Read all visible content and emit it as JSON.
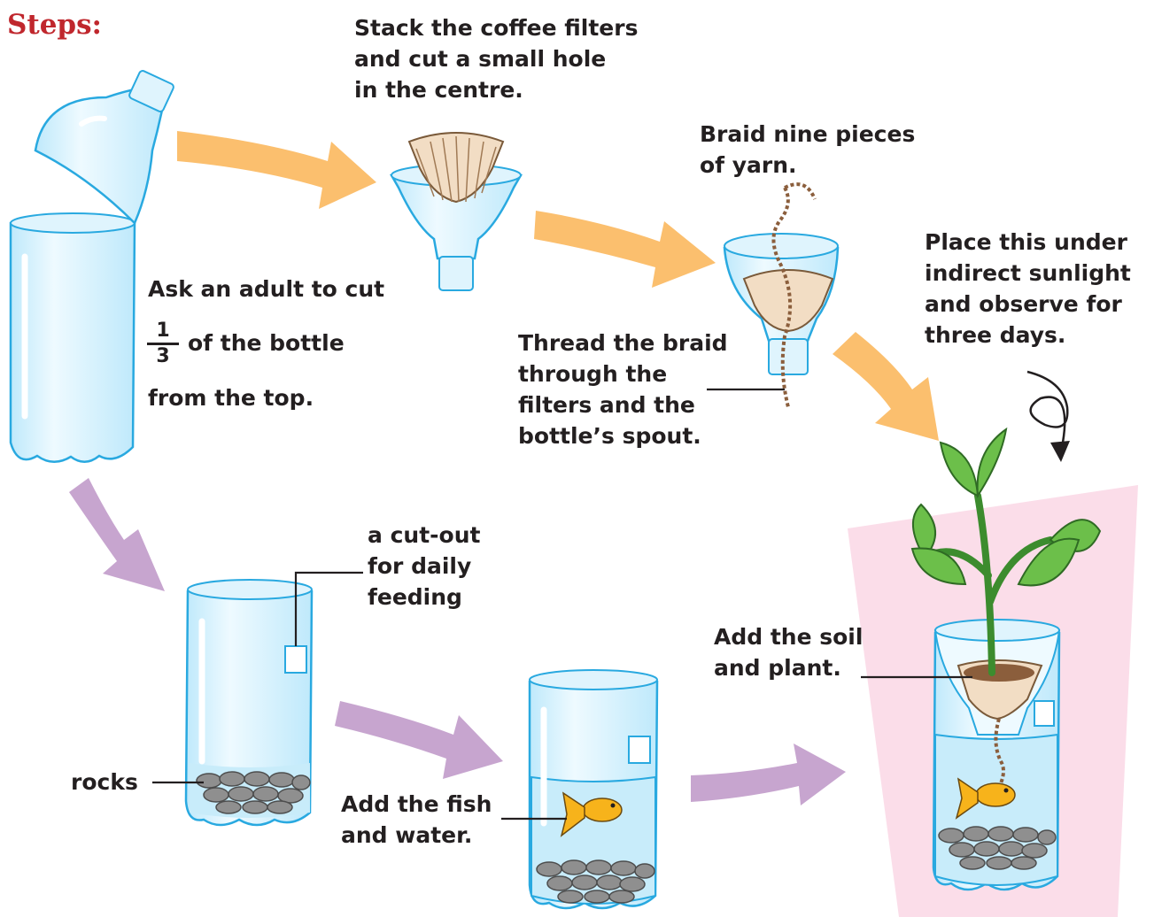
{
  "heading": "Steps:",
  "steps": {
    "cut_bottle_line1": "Ask an adult to cut",
    "fraction_numerator": "1",
    "fraction_denominator": "3",
    "cut_bottle_line2": "of the bottle",
    "cut_bottle_line3": "from the top.",
    "stack_filters": "Stack the coffee filters\nand cut a small hole\nin the centre.",
    "braid_yarn": "Braid nine pieces\nof yarn.",
    "thread_braid": "Thread the braid\nthrough the\nfilters and the\nbottle’s spout.",
    "place_sunlight": "Place this under\nindirect sunlight\nand observe for\nthree days.",
    "cutout": "a cut-out\nfor daily\nfeeding",
    "rocks": "rocks",
    "add_fish": "Add the fish\nand water.",
    "add_soil": "Add the soil\nand plant."
  },
  "colors": {
    "heading": "#c0272d",
    "text": "#231f20",
    "arrow_orange": "#fbbf6e",
    "arrow_purple": "#c7a5cf",
    "bottle_outline": "#29a9e0",
    "bottle_fill": "#e4f6fd",
    "water": "#c8ecfa",
    "highlight_pink": "#fbdde9",
    "filter": "#f2ddc4",
    "soil": "#8b5e3c",
    "leaf": "#6cbf4a",
    "fish": "#f7b31b",
    "rock": "#8f8f8f"
  },
  "icons": [
    "bottle-icon",
    "funnel-icon",
    "coffee-filter-icon",
    "yarn-braid-icon",
    "plant-icon",
    "fish-icon",
    "rocks-icon",
    "curly-arrow-icon"
  ]
}
